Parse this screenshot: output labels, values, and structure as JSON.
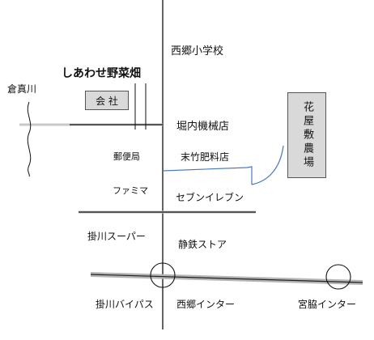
{
  "map": {
    "store_name": "しあわせ野菜畑",
    "roads": {
      "main_vertical": "",
      "bypass": "掛川バイパス"
    },
    "river": "倉真川",
    "buildings": {
      "company": "会 社",
      "flower_farm": "花屋敷農場"
    },
    "labels": {
      "school": "西郷小学校",
      "machinery_store": "堀内機械店",
      "fertilizer_store": "末竹肥料店",
      "post_office": "郵便局",
      "familymart": "ファミマ",
      "seven_eleven": "セブンイレブン",
      "supermarket": "掛川スーパー",
      "shizutetsu_store": "静鉄ストア",
      "saigo_interchange": "西郷インター",
      "miyawaki_interchange": "宮脇インター"
    }
  }
}
